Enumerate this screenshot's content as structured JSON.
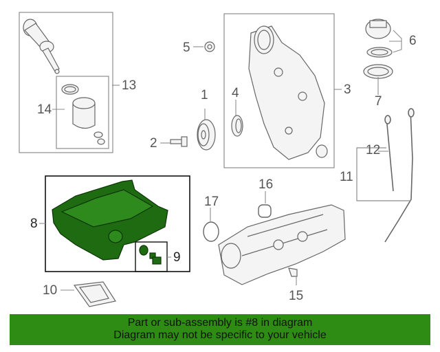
{
  "diagram": {
    "callouts": {
      "c1": "1",
      "c2": "2",
      "c3": "3",
      "c4": "4",
      "c5": "5",
      "c6": "6",
      "c7": "7",
      "c8": "8",
      "c9": "9",
      "c10": "10",
      "c11": "11",
      "c12": "12",
      "c13": "13",
      "c14": "14",
      "c15": "15",
      "c16": "16",
      "c17": "17"
    },
    "highlight_color": "#1f6b12",
    "line_color": "#8c8c8c"
  },
  "banner": {
    "line1": "Part or sub-assembly is #8 in diagram",
    "line2": "Diagram may not be specific to your vehicle",
    "color": "#2e8b14"
  }
}
